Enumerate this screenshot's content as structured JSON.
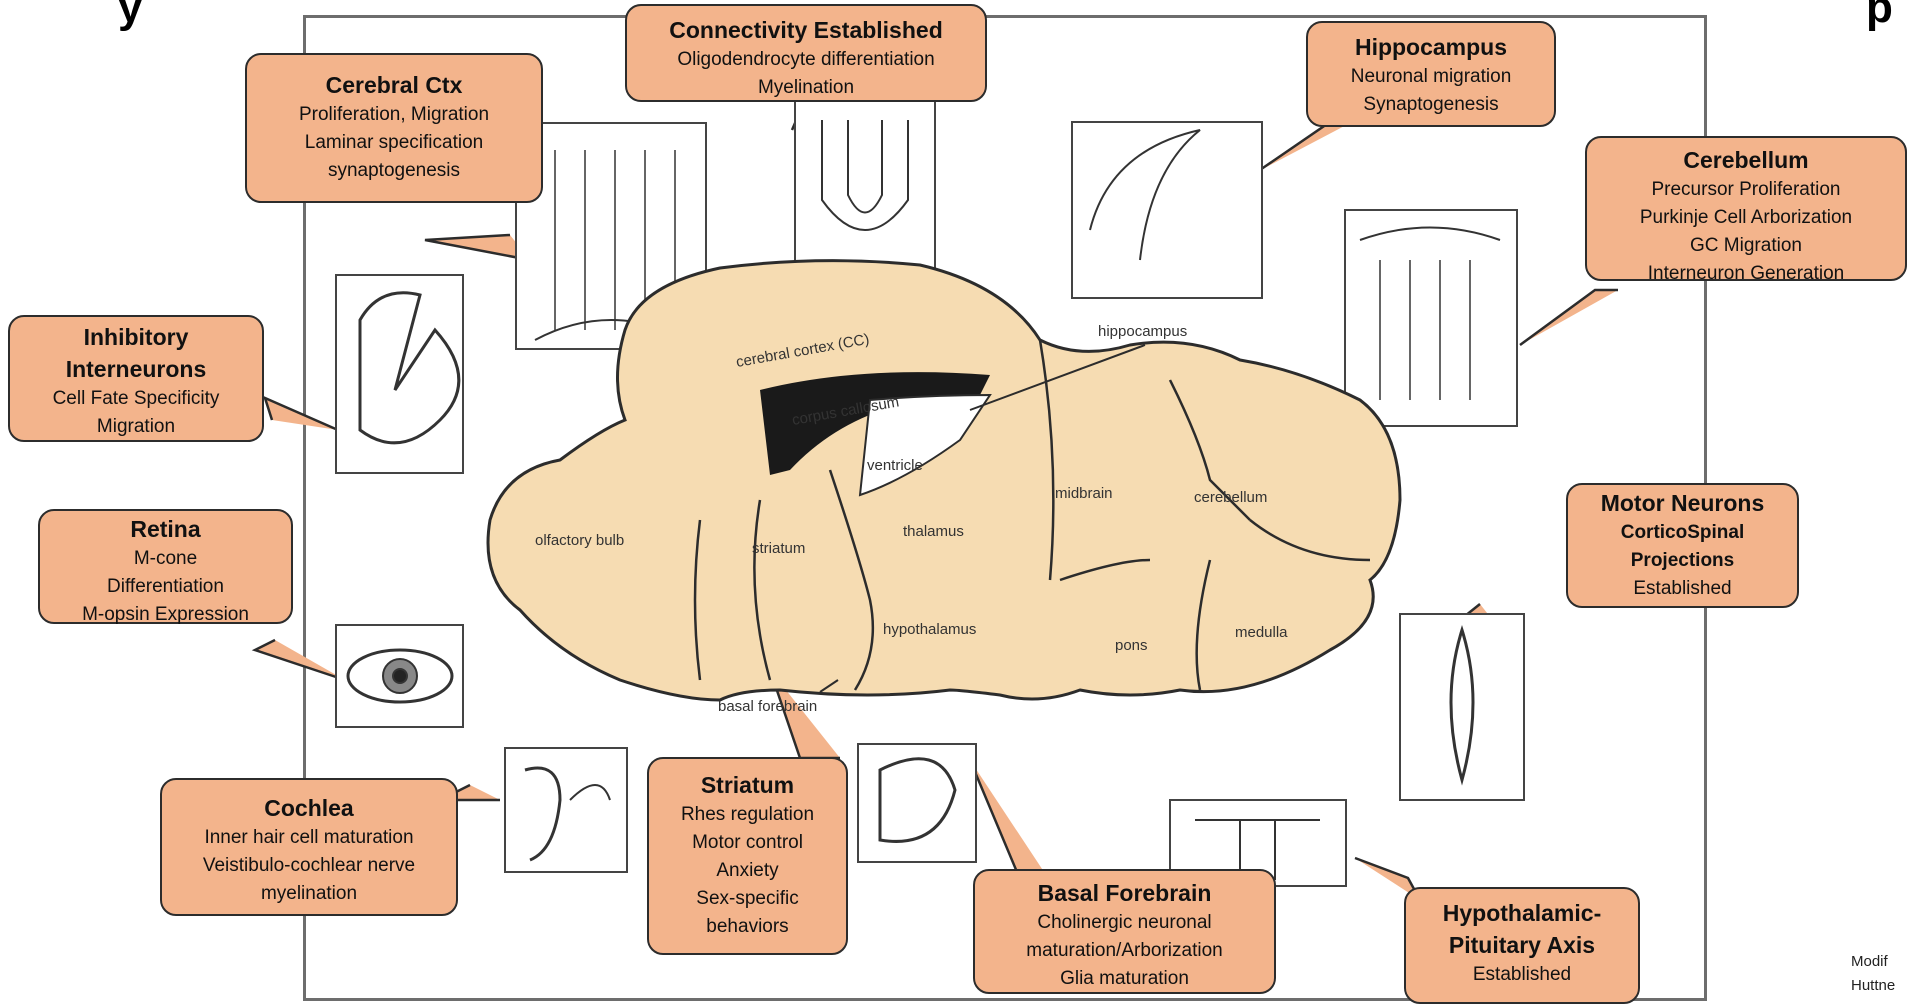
{
  "diagram": {
    "brain_labels": {
      "cerebral_cortex": "cerebral cortex (CC)",
      "corpus_callosum": "corpus callosum",
      "hippocampus": "hippocampus",
      "ventricle": "ventricle",
      "olfactory_bulb": "olfactory bulb",
      "striatum": "striatum",
      "thalamus": "thalamus",
      "midbrain": "midbrain",
      "cerebellum": "cerebellum",
      "hypothalamus": "hypothalamus",
      "pons": "pons",
      "medulla": "medulla",
      "basal_forebrain": "basal forebrain"
    },
    "callouts": {
      "connectivity": {
        "title": "Connectivity Established",
        "lines": [
          "Oligodendrocyte differentiation",
          "Myelination"
        ]
      },
      "cerebral_ctx": {
        "title": "Cerebral Ctx",
        "lines": [
          "Proliferation, Migration",
          "Laminar specification",
          "synaptogenesis"
        ]
      },
      "hippocampus": {
        "title": "Hippocampus",
        "lines": [
          "Neuronal migration",
          "Synaptogenesis"
        ]
      },
      "cerebellum": {
        "title": "Cerebellum",
        "lines": [
          "Precursor Proliferation",
          "Purkinje Cell Arborization",
          "GC Migration",
          "Interneuron Generation"
        ]
      },
      "inhibitory": {
        "title_lines": [
          "Inhibitory",
          "Interneurons"
        ],
        "lines": [
          "Cell Fate Specificity",
          "Migration"
        ]
      },
      "retina": {
        "title": "Retina",
        "lines": [
          "M-cone",
          "Differentiation",
          "M-opsin Expression"
        ]
      },
      "motor_neurons": {
        "title": "Motor Neurons",
        "bold_lines": [
          "CorticoSpinal",
          "Projections"
        ],
        "lines": [
          "Established"
        ]
      },
      "cochlea": {
        "title": "Cochlea",
        "lines": [
          "Inner hair cell maturation",
          "Veistibulo-cochlear nerve",
          "myelination"
        ]
      },
      "striatum": {
        "title": "Striatum",
        "lines": [
          "Rhes regulation",
          "Motor control",
          "Anxiety",
          "Sex-specific",
          "behaviors"
        ]
      },
      "basal_forebrain": {
        "title": "Basal Forebrain",
        "lines": [
          "Cholinergic neuronal",
          "maturation/Arborization",
          "Glia maturation"
        ]
      },
      "hpa": {
        "title_lines": [
          "Hypothalamic-",
          "Pituitary  Axis"
        ],
        "lines": [
          "Established"
        ]
      }
    },
    "footnote": {
      "line1": "Modif",
      "line2": "Huttne"
    },
    "colors": {
      "callout_fill": "#f3b48c",
      "brain_fill": "#f6dcb2",
      "border": "#2c2c2c"
    }
  }
}
